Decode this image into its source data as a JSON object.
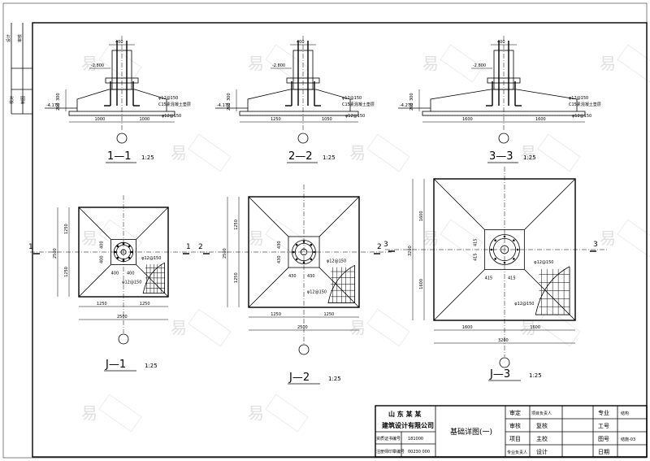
{
  "sections": [
    {
      "id": "1",
      "title": "1—1",
      "scale": "1:25",
      "dim_left": "1000",
      "dim_right": "1000",
      "elev": "-2.800",
      "elev2": "-4.170"
    },
    {
      "id": "2",
      "title": "2—2",
      "scale": "1:25",
      "dim_left": "1250",
      "dim_right": "1050",
      "elev": "-2.800",
      "elev2": "-4.170"
    },
    {
      "id": "3",
      "title": "3—3",
      "scale": "1:25",
      "dim_left": "1600",
      "dim_right": "1600",
      "elev": "-2.800",
      "elev2": "-4.270"
    }
  ],
  "plans": [
    {
      "id": "J-1",
      "title": "J—1",
      "scale": "1:25",
      "total": "2500",
      "half_left": "1250",
      "half_right": "1250",
      "pier_a": "400",
      "pier_b": "400",
      "cut": "1",
      "rebar": "φ12@150"
    },
    {
      "id": "J-2",
      "title": "J—2",
      "scale": "1:25",
      "total": "2500",
      "half_left": "1250",
      "half_right": "1250",
      "pier_a": "430",
      "pier_b": "430",
      "cut": "2",
      "rebar": "φ12@150"
    },
    {
      "id": "J-3",
      "title": "J—3",
      "scale": "1:25",
      "total": "3200",
      "half_left": "1600",
      "half_right": "1600",
      "pier_a": "415",
      "pier_b": "415",
      "cut": "3",
      "rebar": "φ12@150"
    }
  ],
  "left_strip": [
    "设计",
    "审核",
    "校对",
    "制图"
  ],
  "title_block": {
    "company_line1": "山 东 某 某",
    "company_line2": "建筑设计有限公司",
    "cert_label": "资质证书编号",
    "cert_value": "181000",
    "check_label": "注册师印章编号",
    "check_value": "00230 000",
    "drawing_name": "基础详图(一)",
    "roles": [
      "审定",
      "审核",
      "项目",
      "专业负责人"
    ],
    "roles2": [
      "项目负责人",
      "复核",
      "主校",
      "设计"
    ],
    "right_labels": [
      "专业",
      "工号",
      "图号",
      "日期"
    ],
    "right_values": [
      "结构",
      "",
      "结施-03",
      ""
    ]
  },
  "watermark": "易"
}
